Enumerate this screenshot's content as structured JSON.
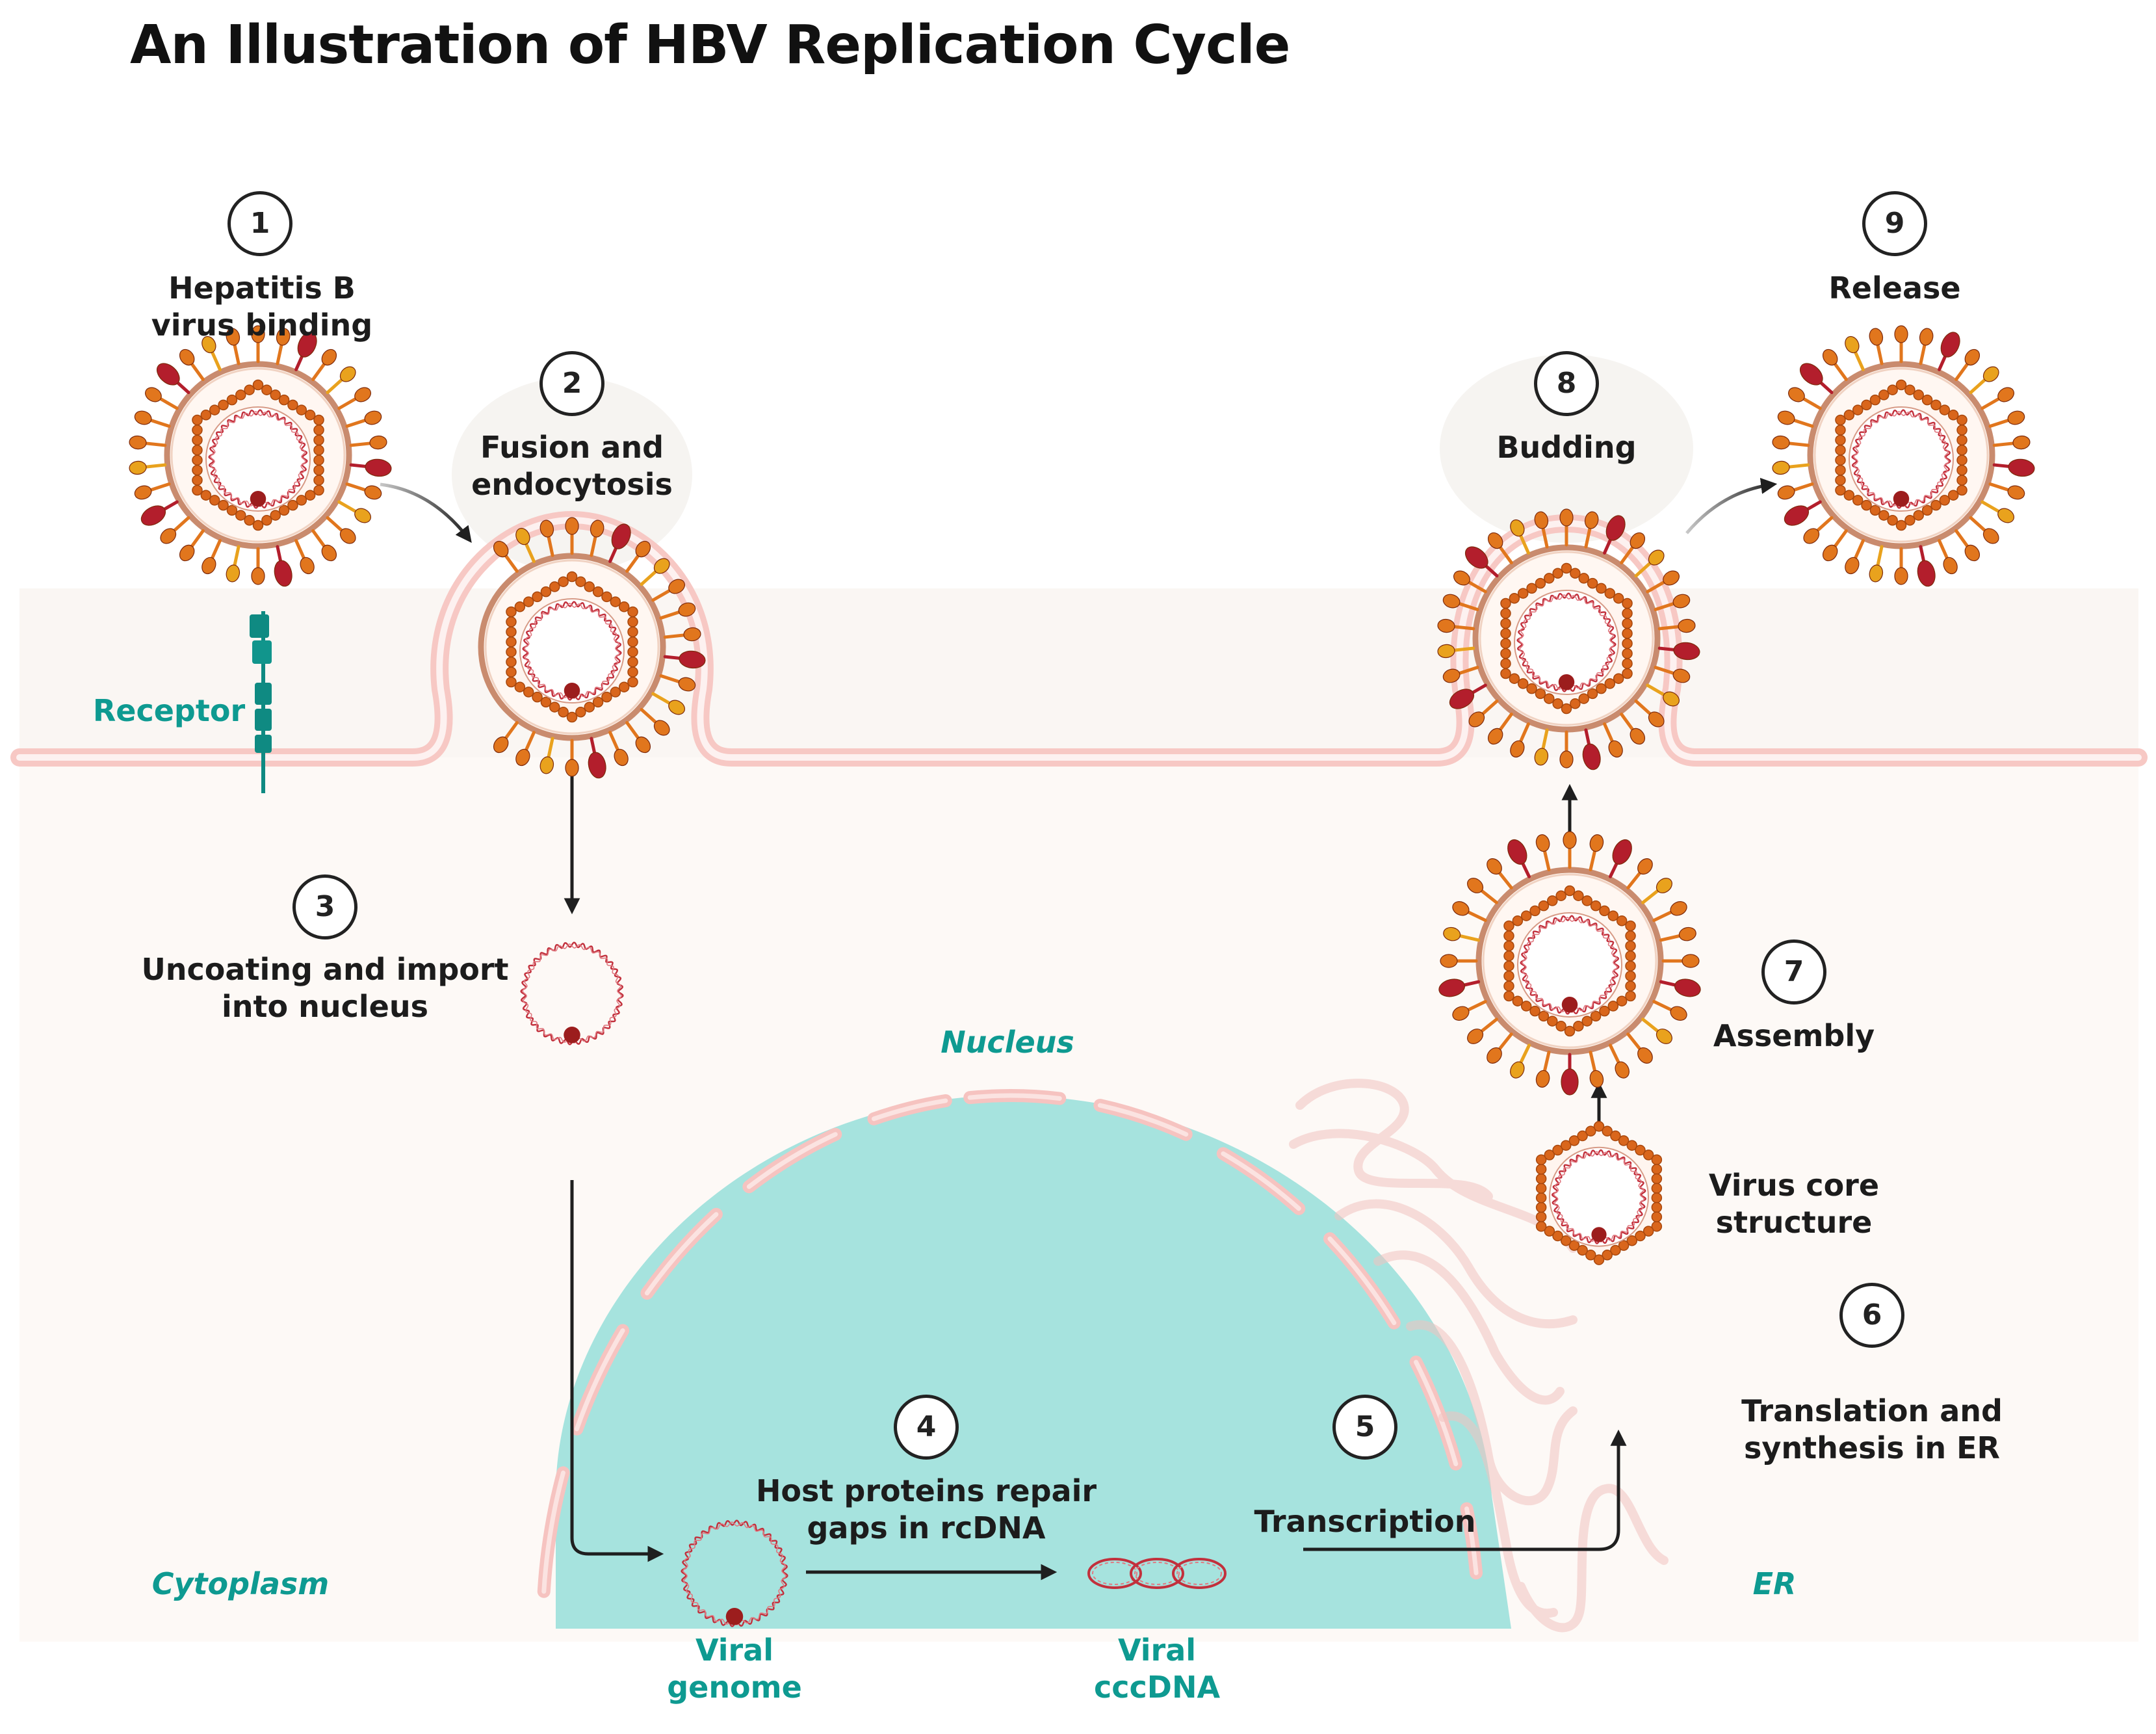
{
  "title": "An Illustration of HBV Replication Cycle",
  "steps": [
    {
      "num": "1",
      "label_lines": [
        "Hepatitis B",
        "virus binding"
      ]
    },
    {
      "num": "2",
      "label_lines": [
        "Fusion and",
        "endocytosis"
      ]
    },
    {
      "num": "3",
      "label_lines": [
        "Uncoating and import",
        "into nucleus"
      ]
    },
    {
      "num": "4",
      "label_lines": [
        "Host proteins repair",
        "gaps in rcDNA"
      ]
    },
    {
      "num": "5",
      "label_lines": [
        "Transcription"
      ]
    },
    {
      "num": "6",
      "label_lines": [
        "Translation and",
        "synthesis in ER"
      ]
    },
    {
      "num": "7",
      "label_lines": [
        "Assembly"
      ]
    },
    {
      "num": "8",
      "label_lines": [
        "Budding"
      ]
    },
    {
      "num": "9",
      "label_lines": [
        "Release"
      ]
    }
  ],
  "compartments": {
    "receptor": "Receptor",
    "nucleus": "Nucleus",
    "cytoplasm": "Cytoplasm",
    "er": "ER"
  },
  "structures": {
    "viral_genome": [
      "Viral",
      "genome"
    ],
    "viral_cccdna": [
      "Viral",
      "cccDNA"
    ],
    "virus_core": [
      "Virus core",
      "structure"
    ]
  },
  "colors": {
    "nucleus_fill": "#a6e3de",
    "membrane": "#f6c3c0",
    "cytoplasm": "#fdf9f6",
    "teal_label": "#0e9a91",
    "receptor": "#0f8a82",
    "capsid_dot": "#d9661c",
    "spike_dark": "#b31e2c",
    "spike_orange": "#e1761d",
    "spike_yellow": "#e9a21d",
    "envelope": "#c98b6e",
    "dna": "#c2303c",
    "polymerase": "#9c1d1d"
  }
}
